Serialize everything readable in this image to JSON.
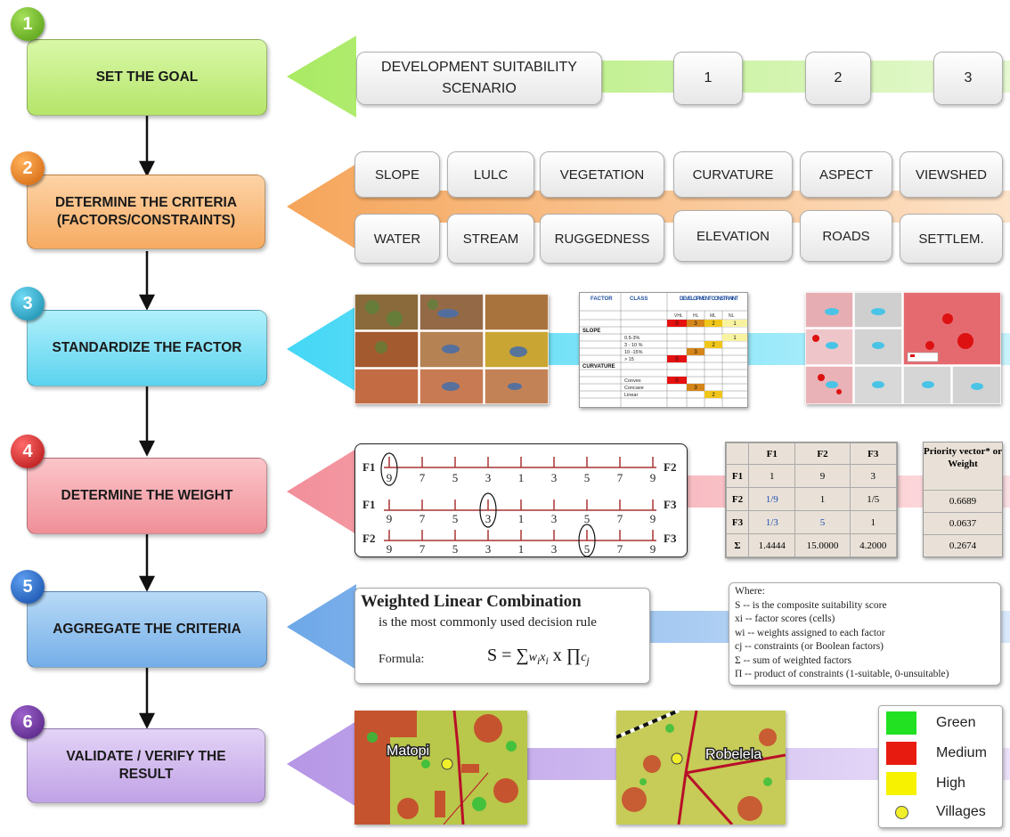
{
  "steps": [
    {
      "num": "1",
      "label": "SET THE GOAL",
      "circle_color": "#6fb51f",
      "box_color": "#c8ee8e"
    },
    {
      "num": "2",
      "label": "DETERMINE THE CRITERIA (FACTORS/CONSTRAINTS)",
      "circle_color": "#e8791c",
      "box_color": "#fbc38a"
    },
    {
      "num": "3",
      "label": "STANDARDIZE THE FACTOR",
      "circle_color": "#1fa7c9",
      "box_color": "#8ee4f7"
    },
    {
      "num": "4",
      "label": "DETERMINE THE WEIGHT",
      "circle_color": "#d41e1e",
      "box_color": "#f6a3a8"
    },
    {
      "num": "5",
      "label": "AGGREGATE THE CRITERIA",
      "circle_color": "#1c5fc0",
      "box_color": "#8ec2ef"
    },
    {
      "num": "6",
      "label": "VALIDATE / VERIFY THE RESULT",
      "circle_color": "#6b2e9c",
      "box_color": "#d4bdee"
    }
  ],
  "row1": {
    "scenario": "DEVELOPMENT SUITABILITY SCENARIO",
    "options": [
      "1",
      "2",
      "3"
    ]
  },
  "row2": {
    "criteria_top": [
      "SLOPE",
      "LULC",
      "VEGETATION",
      "CURVATURE",
      "ASPECT",
      "VIEWSHED"
    ],
    "criteria_bottom": [
      "WATER",
      "STREAM",
      "RUGGEDNESS",
      "ELEVATION",
      "ROADS",
      "SETTLEM."
    ]
  },
  "row3": {
    "table": {
      "head_factor": "FACTOR",
      "head_class": "CLASS",
      "head_dev": "DEVELOPMENT CONSTRAINT",
      "cols": [
        "VHL",
        "HL",
        "ML",
        "NL"
      ],
      "header_values": [
        "0",
        "3",
        "2",
        "1"
      ],
      "sections": [
        {
          "name": "SLOPE",
          "rows": [
            {
              "cls": "0.5-3%",
              "vals": [
                "",
                "",
                "",
                "1"
              ]
            },
            {
              "cls": "3 - 10 %",
              "vals": [
                "",
                "",
                "2",
                ""
              ]
            },
            {
              "cls": "10 -15%",
              "vals": [
                "",
                "3",
                "",
                ""
              ]
            },
            {
              "cls": "> 15",
              "vals": [
                "0",
                "",
                "",
                ""
              ]
            }
          ]
        },
        {
          "name": "CURVATURE",
          "rows": [
            {
              "cls": "Convex",
              "vals": [
                "0",
                "",
                "",
                ""
              ]
            },
            {
              "cls": "Concave",
              "vals": [
                "",
                "3",
                "",
                ""
              ]
            },
            {
              "cls": "Linear",
              "vals": [
                "",
                "",
                "2",
                ""
              ]
            }
          ]
        }
      ]
    }
  },
  "row4": {
    "scales": [
      {
        "left": "F1",
        "right": "F2",
        "circled": "9"
      },
      {
        "left": "F1",
        "right": "F3",
        "circled": "3"
      },
      {
        "left": "F2",
        "right": "F3",
        "circled": "5"
      }
    ],
    "scale_numbers": [
      "9",
      "7",
      "5",
      "3",
      "1",
      "3",
      "5",
      "7",
      "9"
    ],
    "matrix": {
      "headers": [
        "",
        "F1",
        "F2",
        "F3"
      ],
      "rows": [
        [
          "F1",
          "1",
          "9",
          "3"
        ],
        [
          "F2",
          "1/9",
          "1",
          "1/5"
        ],
        [
          "F3",
          "1/3",
          "5",
          "1"
        ],
        [
          "Σ",
          "1.4444",
          "15.0000",
          "4.2000"
        ]
      ]
    },
    "priority_header": "Priority vector* or Weight",
    "priority_values": [
      "0.6689",
      "0.0637",
      "0.2674"
    ]
  },
  "row5": {
    "wlc_title": "Weighted Linear Combination",
    "wlc_subtitle": "is the most commonly used decision rule",
    "formula_label": "Formula:",
    "where_title": "Where:",
    "where_lines": [
      "S -- is the composite suitability score",
      "xi -- factor scores (cells)",
      "wi -- weights assigned to each factor",
      "cj -- constraints (or Boolean factors)",
      "Σ -- sum of weighted factors",
      "Π -- product of constraints (1-suitable, 0-unsuitable)"
    ]
  },
  "row6": {
    "map1_label": "Matopi",
    "map2_label": "Robelela",
    "legend": [
      {
        "label": "Green",
        "color": "#22e022"
      },
      {
        "label": "Medium",
        "color": "#e81b10"
      },
      {
        "label": "High",
        "color": "#f7f200"
      },
      {
        "label": "Villages",
        "color": "#f0ef2a"
      }
    ]
  },
  "colors": {
    "arrow1": "#9be25a",
    "arrow2": "#f4a660",
    "arrow3": "#5fdcf6",
    "arrow4": "#f29aa3",
    "arrow5": "#7fb3ea",
    "arrow6": "#c2a5e9"
  }
}
